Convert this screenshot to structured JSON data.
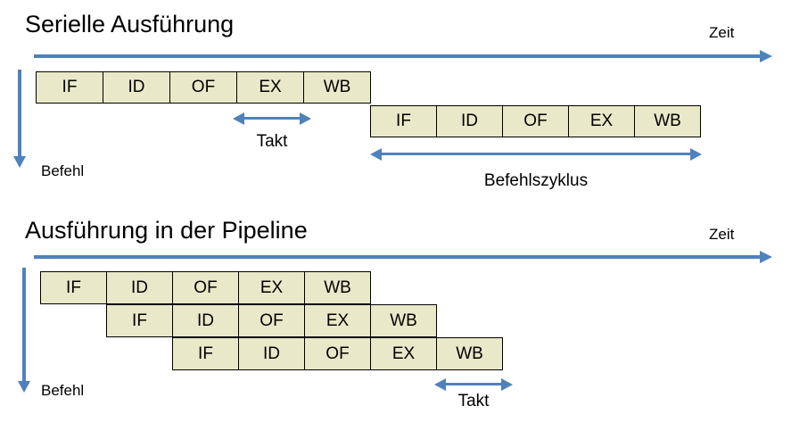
{
  "slide": {
    "background_color": "#ffffff",
    "accent_color": "#4f81bd",
    "cell_fill_color": "#e9e9c9",
    "cell_border_color": "#000000"
  },
  "sections": [
    {
      "id": "serial",
      "title": "Serielle Ausführung",
      "time_axis_label": "Zeit",
      "instruction_axis_label": "Befehl",
      "rows": [
        {
          "stages": [
            "IF",
            "ID",
            "OF",
            "EX",
            "WB"
          ]
        },
        {
          "stages": [
            "IF",
            "ID",
            "OF",
            "EX",
            "WB"
          ]
        }
      ],
      "measures": [
        {
          "name": "takt",
          "label": "Takt"
        },
        {
          "name": "befehlszyklus",
          "label": "Befehlszyklus"
        }
      ]
    },
    {
      "id": "pipeline",
      "title": "Ausführung in der Pipeline",
      "time_axis_label": "Zeit",
      "instruction_axis_label": "Befehl",
      "rows": [
        {
          "stages": [
            "IF",
            "ID",
            "OF",
            "EX",
            "WB"
          ]
        },
        {
          "stages": [
            "IF",
            "ID",
            "OF",
            "EX",
            "WB"
          ]
        },
        {
          "stages": [
            "IF",
            "ID",
            "OF",
            "EX",
            "WB"
          ]
        }
      ],
      "measures": [
        {
          "name": "takt",
          "label": "Takt"
        }
      ]
    }
  ]
}
